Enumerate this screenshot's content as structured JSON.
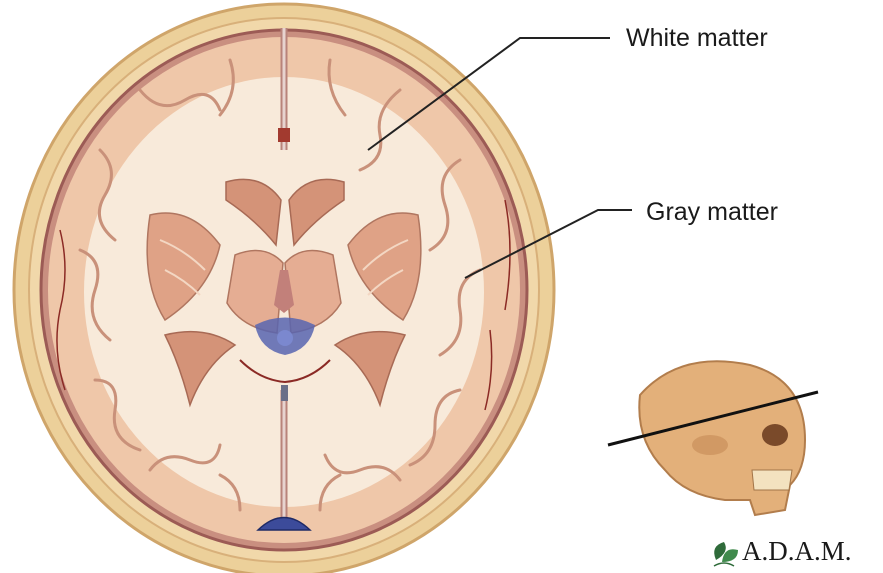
{
  "labels": {
    "white_matter": "White matter",
    "gray_matter": "Gray matter"
  },
  "logo": {
    "text": "A.D.A.M.",
    "icon": "leaf-icon"
  },
  "colors": {
    "skull_bone": "#e9c98e",
    "gray_matter": "#efc9a8",
    "white_matter": "#f8e9d2",
    "deep_nuclei": "#d79b7a",
    "ventricle_blue": "#4a58a6",
    "vessel_red": "#8b2a25",
    "leader_line": "#222222"
  }
}
